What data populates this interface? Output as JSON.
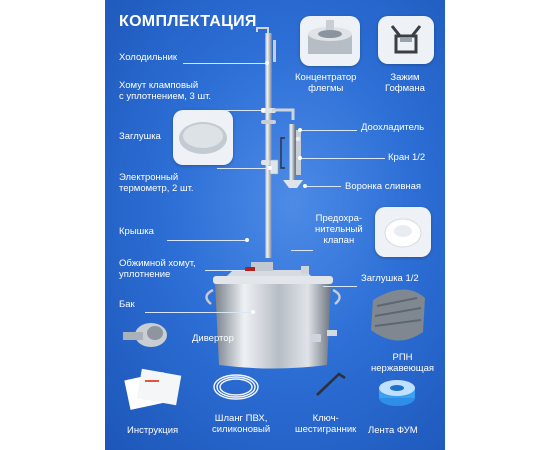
{
  "title": "КОМПЛЕКТАЦИЯ",
  "labels": {
    "cooler": "Холодильник",
    "clamp": "Хомут кламповый\nс уплотнением, 3 шт.",
    "plug": "Заглушка",
    "thermometer": "Электронный\nтермометр, 2 шт.",
    "lid": "Крышка",
    "crimp": "Обжимной хомут,\nуплотнение",
    "tank": "Бак",
    "diverter": "Дивертор",
    "manual": "Инструкция",
    "hose": "Шланг ПВХ,\nсиликоновый",
    "hexkey": "Ключ-\nшестигранник",
    "fum": "Лента ФУМ",
    "concentrator": "Концентратор\nфлегмы",
    "hofmann": "Зажим\nГофмана",
    "aftercooler": "Доохладитель",
    "valve": "Кран 1/2",
    "funnel": "Воронка сливная",
    "safety": "Предохра-\nнительный\nклапан",
    "plug_half": "Заглушка 1/2",
    "rpn": "РПН\nнержавеющая"
  },
  "colors": {
    "background": "#2d6fd6",
    "text": "#ffffff",
    "tile": "#eef2f7"
  }
}
